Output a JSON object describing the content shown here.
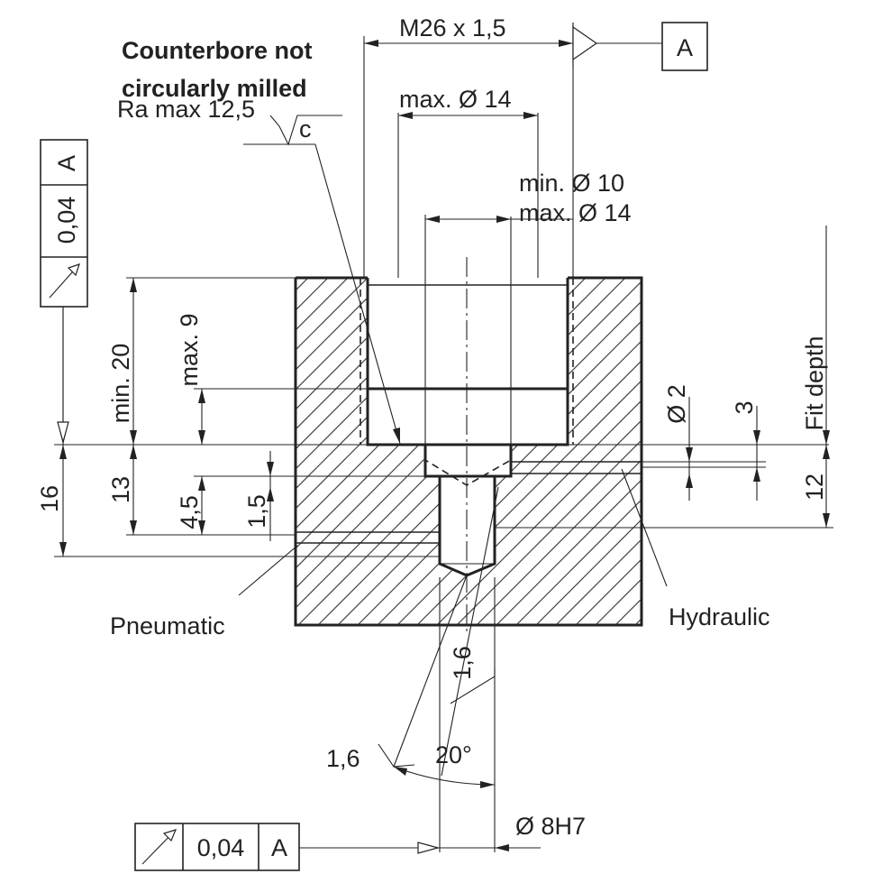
{
  "labels": {
    "thread": "M26 x 1,5",
    "datum_box": "A",
    "counterbore_note_line1": "Counterbore not",
    "counterbore_note_line2": "circularly milled",
    "roughness_counterbore": "Ra max 12,5",
    "roughness_counterbore_suffix": "c",
    "max_dia_counterbore": "max. Ø 14",
    "min_dia": "min. Ø 10",
    "max_dia": "max. Ø 14",
    "fit_depth": "Fit depth",
    "min_20": "min. 20",
    "max_9": "max. 9",
    "dim_16": "16",
    "dim_13": "13",
    "dim_4_5": "4,5",
    "dim_1_5": "1,5",
    "dia_2": "Ø 2",
    "dim_3": "3",
    "dim_12": "12",
    "pneumatic": "Pneumatic",
    "hydraulic": "Hydraulic",
    "roughness_bore": "1,6",
    "roughness_cone": "1,6",
    "angle_20": "20°",
    "bore_dia": "Ø 8H7"
  },
  "tolerance_frames": [
    {
      "symbol": "circular-runout-icon",
      "value": "0,04",
      "datum": "A"
    },
    {
      "symbol": "circular-runout-icon",
      "value": "0,04",
      "datum": "A"
    }
  ]
}
